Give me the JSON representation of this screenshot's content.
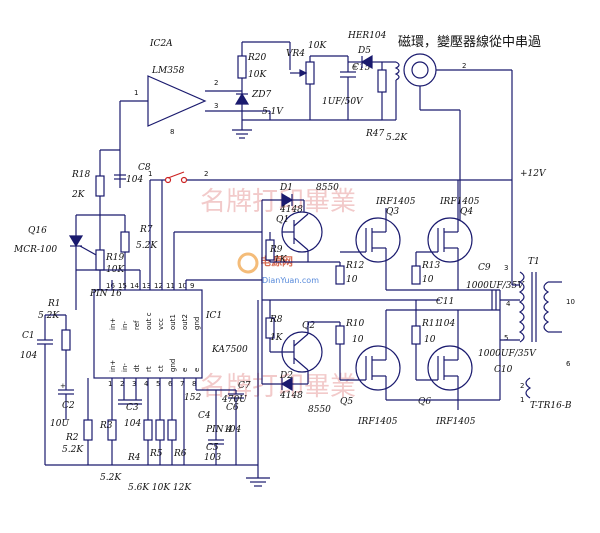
{
  "title_cn": "磁環，變壓器線從中串過",
  "watermark": "名牌打印畢業",
  "watermark_logo": "电源网",
  "watermark_site": "DianYuan.com",
  "supply": "+12V",
  "labels": {
    "ic2a": "IC2A",
    "lm358": "LM358",
    "r20": "R20",
    "r20v": "10K",
    "vr4": "VR4",
    "vr4v": "10K",
    "her104": "HER104",
    "d5": "D5",
    "zd7": "ZD7",
    "zd7v": "5.1V",
    "c15": "C15",
    "c15v": "1UF/50V",
    "r47": "R47",
    "r47v": "5.2K",
    "c8": "C8",
    "c8v": "104",
    "r18": "R18",
    "r18v": "2K",
    "q16": "Q16",
    "mcr": "MCR-100",
    "r7": "R7",
    "r7v": "5.2K",
    "r19": "R19",
    "r19v": "10K",
    "pin16": "PIN 16",
    "ic1": "IC1",
    "ka7500": "KA7500",
    "r1": "R1",
    "r1v": "5.2K",
    "c1": "C1",
    "c1v": "104",
    "c2": "C2",
    "c2v": "10U",
    "r2": "R2",
    "r2v": "5.2K",
    "r3": "R3",
    "c3": "C3",
    "c3v": "104",
    "r4": "R4",
    "r5": "R5",
    "r6": "R6",
    "c4": "C4",
    "c5": "C5",
    "c5v": "103",
    "c6": "C6",
    "c7": "C7",
    "c7v": "470U",
    "pin4": "PIN 4",
    "pin4v": "104",
    "v152": "152",
    "r3v": "5.2K",
    "bottom_vals": "5.6K  10K   12K",
    "d1": "D1",
    "d1v": "4148",
    "d2": "D2",
    "d2v": "4148",
    "q1": "Q1",
    "q1v": "8550",
    "q2": "Q2",
    "q2v": "8550",
    "r9": "R9",
    "r9v": "1K",
    "r8": "R8",
    "r8v": "1K",
    "q3": "Q3",
    "q4": "Q4",
    "q5": "Q5",
    "q6": "Q6",
    "irf": "IRF1405",
    "r10": "R10",
    "r11": "R11",
    "r12": "R12",
    "r13": "R13",
    "r10v": "10",
    "c9": "C9",
    "c9v": "1000UF/35V",
    "c10": "C10",
    "c10v": "1000UF/35V",
    "c11": "C11",
    "c11v": "104",
    "t1": "T1",
    "tname": "T-TR16-B",
    "n2": "2",
    "n1": "1",
    "n10": "10",
    "n6": "6",
    "n3": "3",
    "n4": "4",
    "n5": "5",
    "n8": "8",
    "n_2b": "2",
    "n_2c": "2"
  },
  "ic1_pins_top": [
    "in+",
    "in-",
    "ref",
    "out c",
    "vcc",
    "out1",
    "out2",
    "gnd"
  ],
  "ic1_pins_bot": [
    "in+",
    "in-",
    "dt",
    "rt",
    "ct",
    "gnd",
    "e",
    "e"
  ],
  "ic1_nums_top": [
    "16",
    "15",
    "14",
    "13",
    "12",
    "11",
    "10",
    "9"
  ],
  "ic1_nums_bot": [
    "1",
    "2",
    "3",
    "4",
    "5",
    "6",
    "7",
    "8"
  ]
}
